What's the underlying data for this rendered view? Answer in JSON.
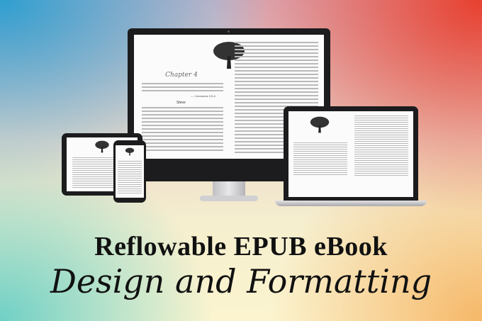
{
  "headline": {
    "line1": "Reflowable EPUB eBook",
    "line2": "Design and Formatting"
  },
  "ebook_page": {
    "chapter_title": "Chapter 4",
    "epigraph_ref": "— Colossians 3:5-6",
    "section_heading": "Steve"
  },
  "colors": {
    "bezel": "#1c1c1e",
    "screen": "#fbfbfb",
    "text": "#111111"
  }
}
